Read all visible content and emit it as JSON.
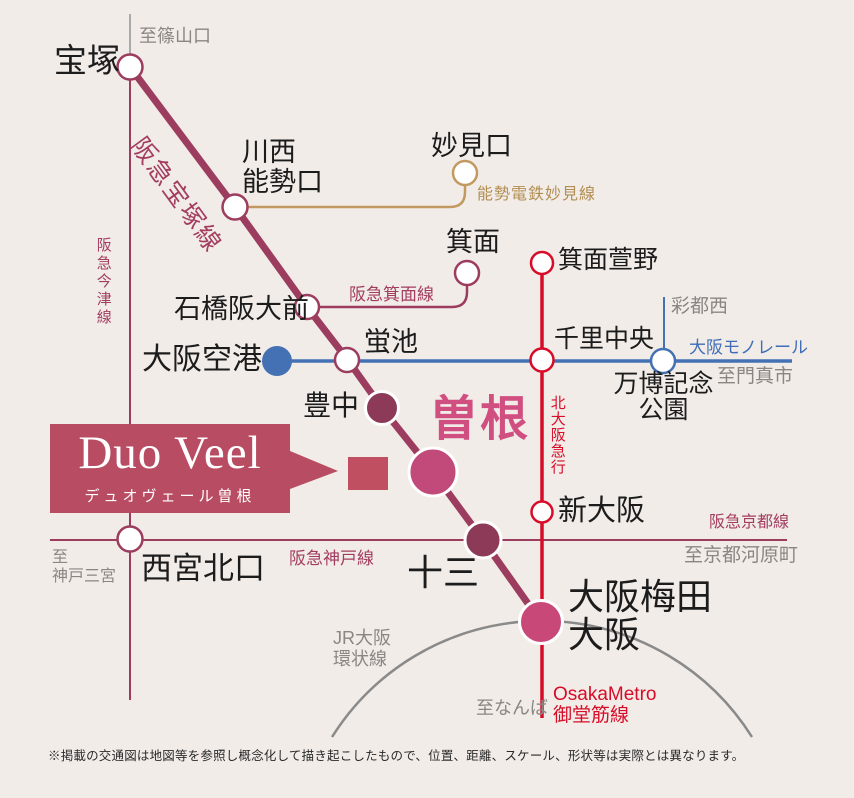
{
  "banner": {
    "title": "Duo Veel",
    "subtitle": "デュオヴェール曽根"
  },
  "stations": {
    "takarazuka": "宝塚",
    "kawanishi_l1": "川西",
    "kawanishi_l2": "能勢口",
    "myokenguchi": "妙見口",
    "minoh": "箕面",
    "minoh_kayano": "箕面萱野",
    "ishibashi_handaimae": "石橋阪大前",
    "osaka_airport": "大阪空港",
    "hotarugaike": "蛍池",
    "senri_chuo": "千里中央",
    "saito_nishi": "彩都西",
    "banpaku_l1": "万博記念",
    "banpaku_l2": "公園",
    "toyonaka": "豊中",
    "sone": "曽根",
    "shin_osaka": "新大阪",
    "nishinomiya_kitaguchi": "西宮北口",
    "juso": "十三",
    "osaka_umeda_l1": "大阪梅田",
    "osaka_umeda_l2": "大阪"
  },
  "lines": {
    "hankyu_takarazuka": "阪急宝塚線",
    "hankyu_imazu": "阪急今津線",
    "nose_myoken": "能勢電鉄妙見線",
    "hankyu_minoh": "阪急箕面線",
    "osaka_monorail": "大阪モノレール",
    "hankyu_kobe": "阪急神戸線",
    "hankyu_kyoto": "阪急京都線",
    "kita_osaka_kyuko": "北大阪急行",
    "osaka_metro_l1": "OsakaMetro",
    "osaka_metro_l2": "御堂筋線",
    "jr_loop_l1": "JR大阪",
    "jr_loop_l2": "環状線"
  },
  "directions": {
    "sasayamaguchi": "至篠山口",
    "kadoma": "至門真市",
    "kyoto_kawaramachi": "至京都河原町",
    "kobe_l1": "至",
    "kobe_l2": "神戸三宮",
    "namba": "至なんば"
  },
  "footnote": "※掲載の交通図は地図等を参照し概念化して描き起こしたもので、位置、距離、スケール、形状等は実際とは異なります。",
  "colors": {
    "background": "#f1ece8",
    "hankyu_maroon": "#9c3c5e",
    "dark_station_fill": "#8c3a58",
    "metro_red": "#d80c28",
    "monorail_blue": "#4471b3",
    "nose_tan": "#c29a60",
    "sone_pink": "#c24a7a",
    "umeda_pink": "#c84878",
    "banner_rose": "#b84c62",
    "jr_gray": "#8a8a8a"
  }
}
